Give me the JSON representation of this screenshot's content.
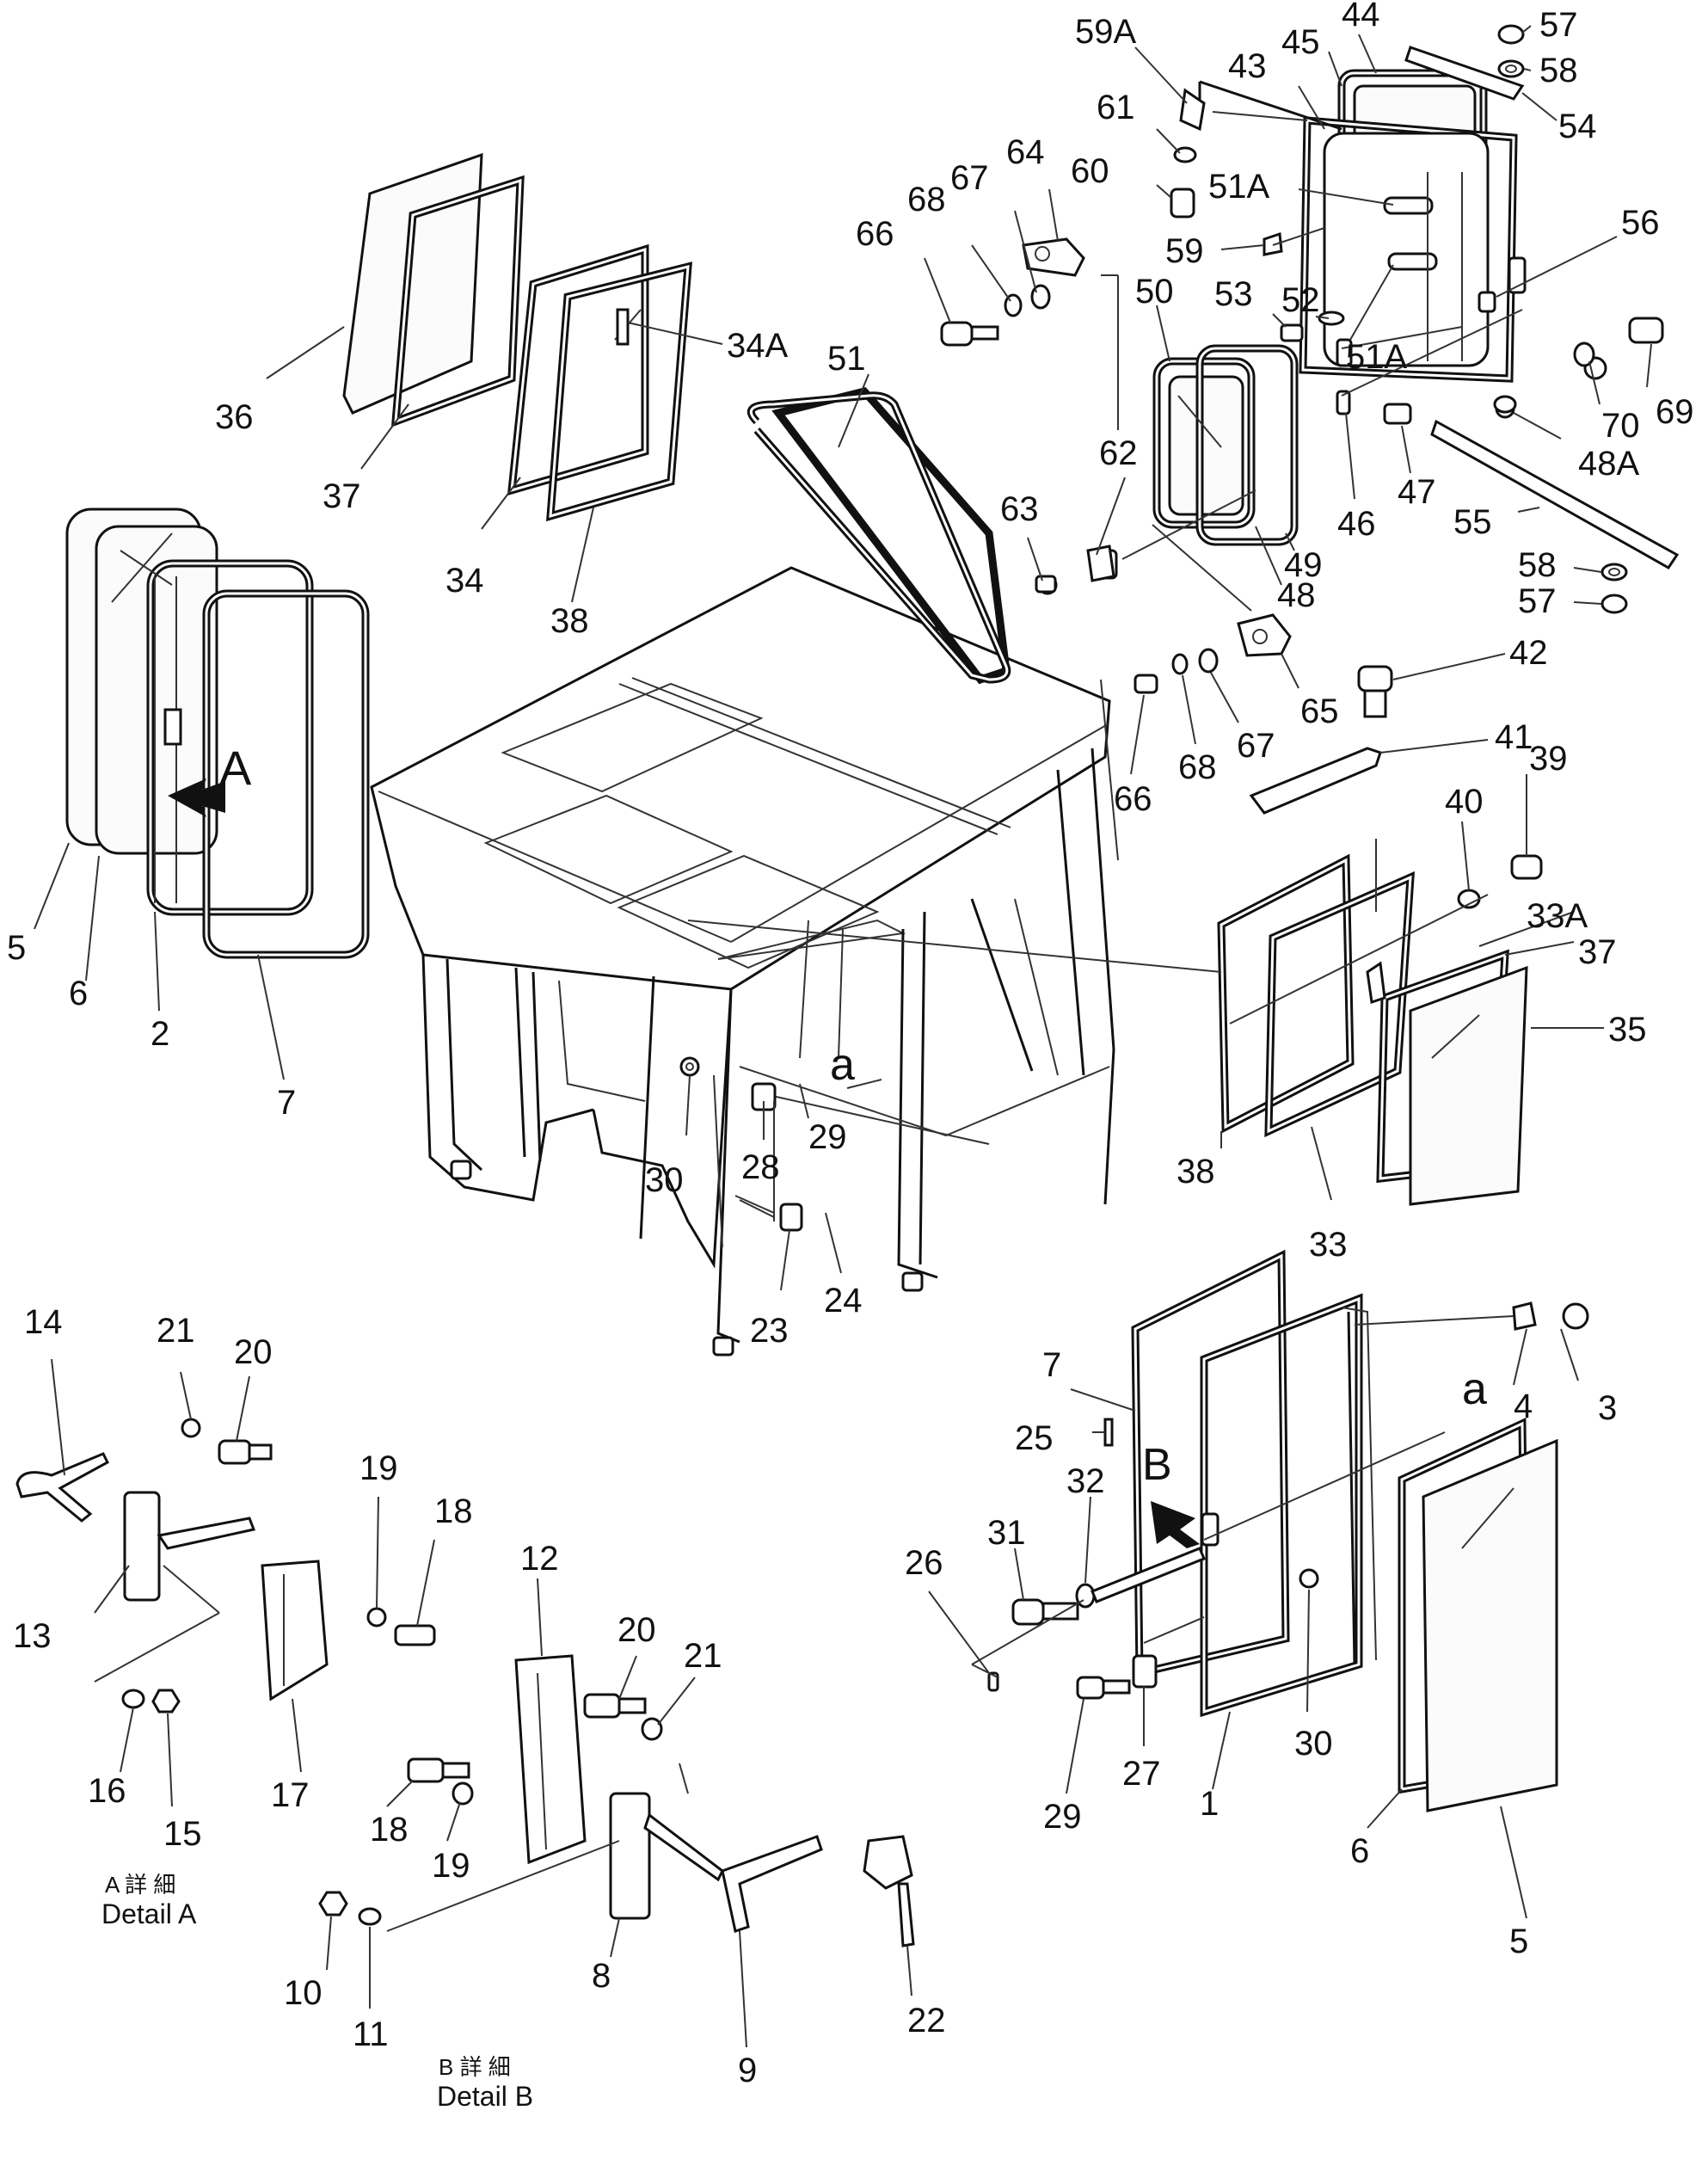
{
  "callouts": [
    {
      "label": "59A"
    },
    {
      "label": "44"
    },
    {
      "label": "57"
    },
    {
      "label": "45"
    },
    {
      "label": "58"
    },
    {
      "label": "43"
    },
    {
      "label": "54"
    },
    {
      "label": "61"
    },
    {
      "label": "64"
    },
    {
      "label": "67"
    },
    {
      "label": "60"
    },
    {
      "label": "51A"
    },
    {
      "label": "68"
    },
    {
      "label": "56"
    },
    {
      "label": "66"
    },
    {
      "label": "59"
    },
    {
      "label": "50"
    },
    {
      "label": "53"
    },
    {
      "label": "52"
    },
    {
      "label": "34A"
    },
    {
      "label": "51A"
    },
    {
      "label": "51"
    },
    {
      "label": "69"
    },
    {
      "label": "70"
    },
    {
      "label": "36"
    },
    {
      "label": "48A"
    },
    {
      "label": "62"
    },
    {
      "label": "47"
    },
    {
      "label": "37"
    },
    {
      "label": "46"
    },
    {
      "label": "55"
    },
    {
      "label": "34"
    },
    {
      "label": "63"
    },
    {
      "label": "49"
    },
    {
      "label": "58"
    },
    {
      "label": "38"
    },
    {
      "label": "48"
    },
    {
      "label": "57"
    },
    {
      "label": "42"
    },
    {
      "label": "65"
    },
    {
      "label": "67"
    },
    {
      "label": "41"
    },
    {
      "label": "39"
    },
    {
      "label": "68"
    },
    {
      "label": "66"
    },
    {
      "label": "40"
    },
    {
      "label": "33A"
    },
    {
      "label": "5"
    },
    {
      "label": "37"
    },
    {
      "label": "6"
    },
    {
      "label": "35"
    },
    {
      "label": "2"
    },
    {
      "label": "7"
    },
    {
      "label": "28"
    },
    {
      "label": "29"
    },
    {
      "label": "30"
    },
    {
      "label": "38"
    },
    {
      "label": "33"
    },
    {
      "label": "24"
    },
    {
      "label": "23"
    },
    {
      "label": "14"
    },
    {
      "label": "21"
    },
    {
      "label": "20"
    },
    {
      "label": "7"
    },
    {
      "label": "4"
    },
    {
      "label": "3"
    },
    {
      "label": "25"
    },
    {
      "label": "19"
    },
    {
      "label": "18"
    },
    {
      "label": "32"
    },
    {
      "label": "12"
    },
    {
      "label": "31"
    },
    {
      "label": "13"
    },
    {
      "label": "20"
    },
    {
      "label": "26"
    },
    {
      "label": "21"
    },
    {
      "label": "30"
    },
    {
      "label": "16"
    },
    {
      "label": "17"
    },
    {
      "label": "27"
    },
    {
      "label": "15"
    },
    {
      "label": "29"
    },
    {
      "label": "1"
    },
    {
      "label": "18"
    },
    {
      "label": "19"
    },
    {
      "label": "6"
    },
    {
      "label": "5"
    },
    {
      "label": "10"
    },
    {
      "label": "8"
    },
    {
      "label": "11"
    },
    {
      "label": "22"
    },
    {
      "label": "9"
    }
  ],
  "view_markers": [
    {
      "label": "A"
    },
    {
      "label": "B"
    },
    {
      "label": "a"
    },
    {
      "label": "a"
    }
  ],
  "detail_captions": [
    {
      "jp": "A 詳 細",
      "en": "Detail A"
    },
    {
      "jp": "B 詳 細",
      "en": "Detail B"
    }
  ]
}
